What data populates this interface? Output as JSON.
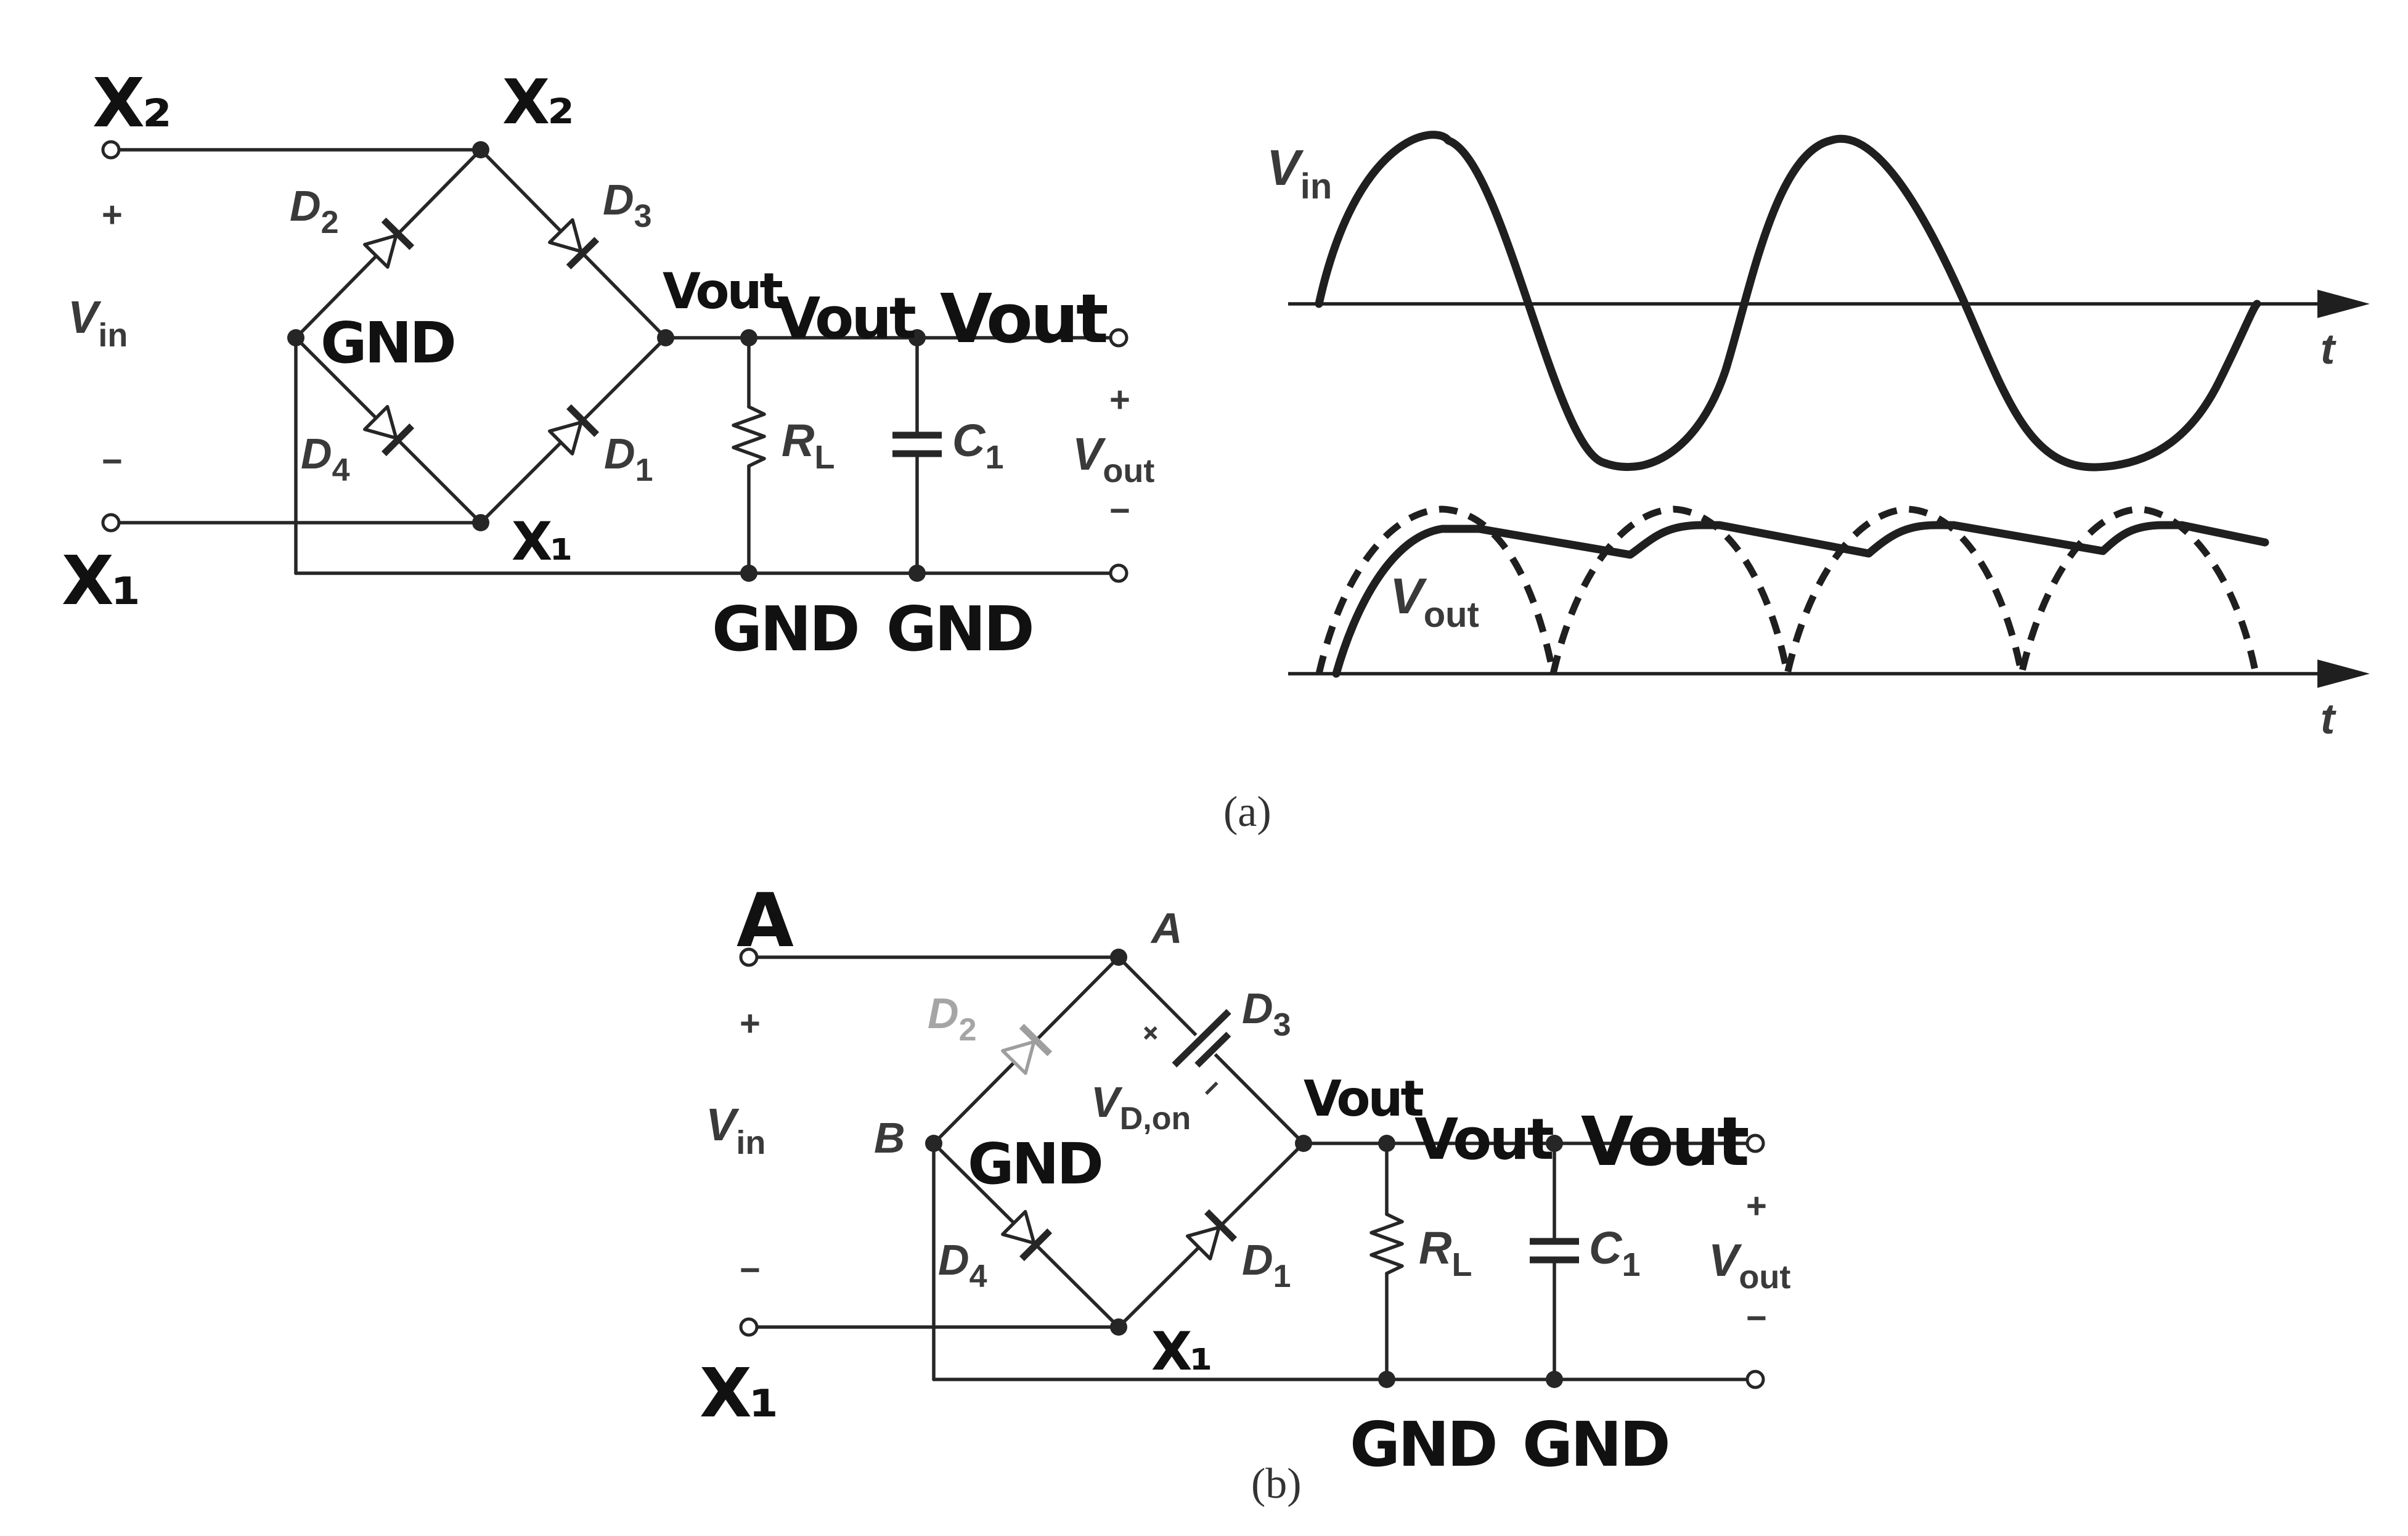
{
  "diagram_a": {
    "caption": "(a)",
    "handwritten": {
      "x2_left": "X₂",
      "x2_top": "X₂",
      "gnd_center": "GND",
      "vout_node": "Vout",
      "vout_rl": "Vout",
      "vout_cap": "Vout",
      "x1_bottom": "X₁",
      "x1_left": "X₁",
      "gnd_rl": "GND",
      "gnd_cap": "GND"
    },
    "labels": {
      "plus": "+",
      "minus": "−",
      "vin": "V",
      "vin_sub": "in",
      "d1": "D",
      "d1_sub": "1",
      "d2": "D",
      "d2_sub": "2",
      "d3": "D",
      "d3_sub": "3",
      "d4": "D",
      "d4_sub": "4",
      "rl": "R",
      "rl_sub": "L",
      "c1": "C",
      "c1_sub": "1",
      "out_plus": "+",
      "out_minus": "−",
      "vout": "V",
      "vout_sub": "out"
    },
    "waveforms": {
      "vin_label": "V",
      "vin_sub": "in",
      "vout_label": "V",
      "vout_sub": "out",
      "t_top": "t",
      "t_bottom": "t"
    }
  },
  "diagram_b": {
    "caption": "(b)",
    "handwritten": {
      "a_left": "A",
      "gnd_center": "GND",
      "vout_node": "Vout",
      "vout_rl": "Vout",
      "vout_cap": "Vout",
      "x1_bottom": "X₁",
      "x1_left": "X₁",
      "gnd_rl": "GND",
      "gnd_cap": "GND"
    },
    "labels": {
      "a_node": "A",
      "b_node": "B",
      "plus": "+",
      "minus": "−",
      "vin": "V",
      "vin_sub": "in",
      "d1": "D",
      "d1_sub": "1",
      "d2": "D",
      "d2_sub": "2",
      "d3": "D",
      "d3_sub": "3",
      "d4": "D",
      "d4_sub": "4",
      "vd_on": "V",
      "vd_on_sub": "D,on",
      "vd_plus": "+",
      "vd_minus": "−",
      "rl": "R",
      "rl_sub": "L",
      "c1": "C",
      "c1_sub": "1",
      "out_plus": "+",
      "out_minus": "−",
      "vout": "V",
      "vout_sub": "out"
    }
  }
}
